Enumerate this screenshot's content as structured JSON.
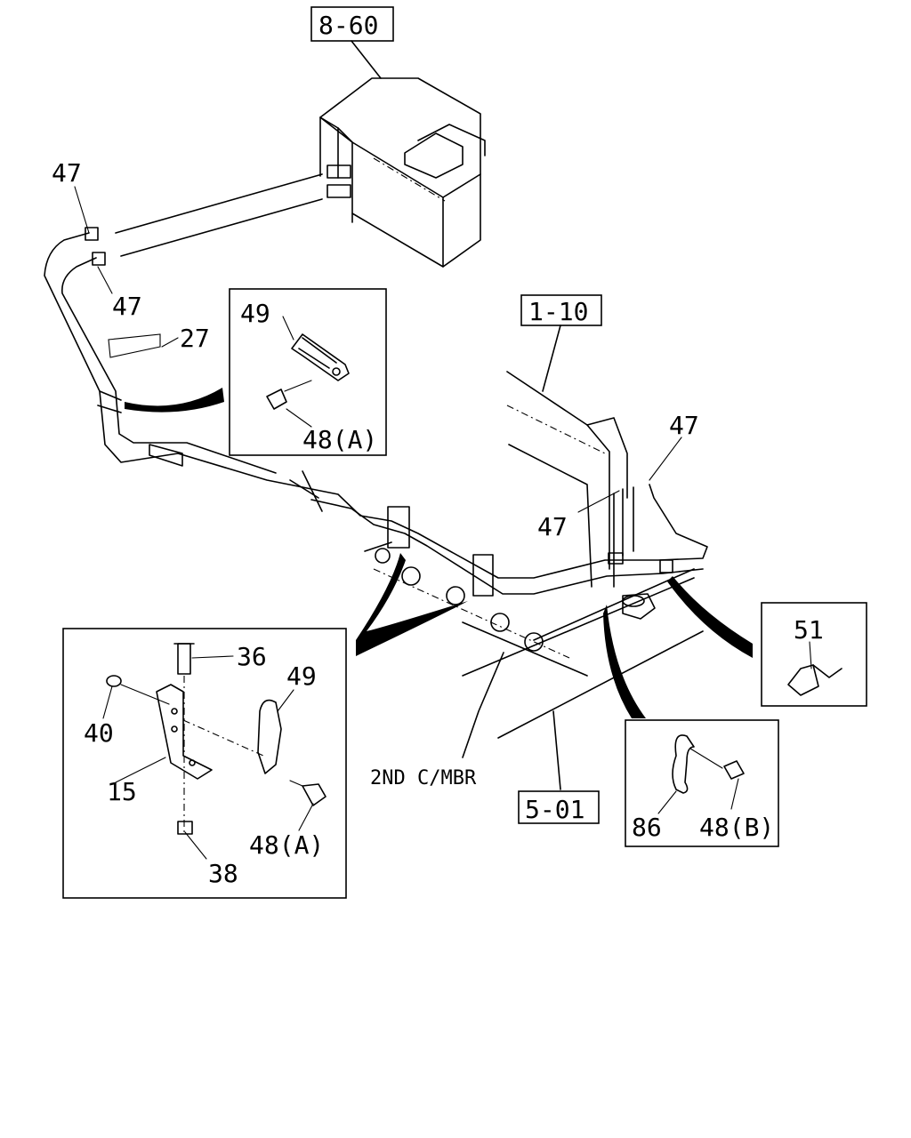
{
  "refs": {
    "r860": "8-60",
    "r110": "1-10",
    "r501": "5-01"
  },
  "parts": {
    "p47a": "47",
    "p47b": "47",
    "p47c": "47",
    "p47d": "47",
    "p27": "27",
    "p49a": "49",
    "p48a1": "48(A)",
    "p51": "51",
    "p36": "36",
    "p49b": "49",
    "p40": "40",
    "p15": "15",
    "p48a2": "48(A)",
    "p38": "38",
    "p86": "86",
    "p48b": "48(B)"
  },
  "notes": {
    "member": "2ND C/MBR"
  }
}
